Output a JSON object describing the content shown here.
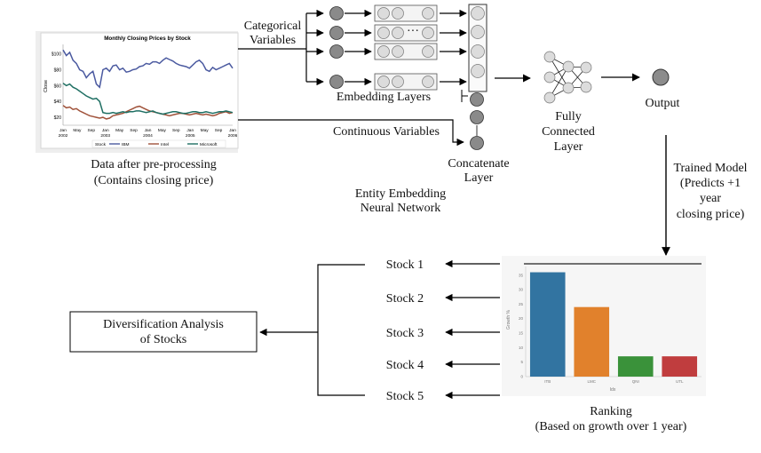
{
  "pipeline": {
    "input_caption_line1": "Data after pre-processing",
    "input_caption_line2": "(Contains closing price)",
    "categorical_line1": "Categorical",
    "categorical_line2": "Variables",
    "continuous_label": "Continuous Variables",
    "embedding_label": "Embedding Layers",
    "embedding_dots": "···",
    "concat_line1": "Concatenate",
    "concat_line2": "Layer",
    "network_line1": "Entity Embedding",
    "network_line2": "Neural Network",
    "fc_line1": "Fully",
    "fc_line2": "Connected",
    "fc_line3": "Layer",
    "output_label": "Output",
    "trained_line1": "Trained Model",
    "trained_line2": "(Predicts +1",
    "trained_line3": "year",
    "trained_line4": "closing price)",
    "stocks": [
      "Stock 1",
      "Stock 2",
      "Stock 3",
      "Stock 4",
      "Stock 5"
    ],
    "diversification_line1": "Diversification Analysis",
    "diversification_line2": "of Stocks",
    "ranking_line1": "Ranking",
    "ranking_line2": "(Based on growth over 1 year)"
  },
  "colors": {
    "ibm": "#4b5aa0",
    "intel": "#a0523a",
    "microsoft": "#1f6f63",
    "node_dark": "#8a8a8a",
    "node_light": "#dcdcdc",
    "bar_blue": "#3274a1",
    "bar_orange": "#e1812c",
    "bar_green": "#3a923a",
    "bar_red": "#c03d3e"
  },
  "chart_data": [
    {
      "type": "line",
      "title": "Monthly Closing Prices by Stock",
      "ylabel": "Close",
      "x_ticks": [
        {
          "month": "Jan",
          "year": "2002"
        },
        {
          "month": "May",
          "year": ""
        },
        {
          "month": "Sep",
          "year": ""
        },
        {
          "month": "Jan",
          "year": "2003"
        },
        {
          "month": "May",
          "year": ""
        },
        {
          "month": "Sep",
          "year": ""
        },
        {
          "month": "Jan",
          "year": "2004"
        },
        {
          "month": "May",
          "year": ""
        },
        {
          "month": "Sep",
          "year": ""
        },
        {
          "month": "Jan",
          "year": "2005"
        },
        {
          "month": "May",
          "year": ""
        },
        {
          "month": "Sep",
          "year": ""
        },
        {
          "month": "Jan",
          "year": "2006"
        }
      ],
      "y_ticks": [
        "$20",
        "$40",
        "$60",
        "$80",
        "$100"
      ],
      "y_tick_values": [
        20,
        40,
        60,
        80,
        100
      ],
      "ylim": [
        10,
        112
      ],
      "legend_title": "Stock",
      "legend_position": "bottom",
      "series": [
        {
          "name": "IBM",
          "color_key": "ibm",
          "values": [
            105,
            98,
            102,
            92,
            88,
            80,
            78,
            70,
            75,
            78,
            62,
            58,
            80,
            82,
            78,
            85,
            86,
            80,
            82,
            77,
            78,
            80,
            81,
            84,
            85,
            88,
            87,
            90,
            90,
            88,
            92,
            95,
            93,
            91,
            88,
            86,
            85,
            84,
            82,
            86,
            90,
            92,
            88,
            80,
            78,
            83,
            80,
            82,
            84,
            86,
            88,
            82
          ]
        },
        {
          "name": "Intel",
          "color_key": "intel",
          "values": [
            35,
            32,
            33,
            30,
            31,
            28,
            26,
            24,
            22,
            21,
            20,
            19,
            20,
            18,
            19,
            22,
            23,
            24,
            25,
            27,
            29,
            31,
            33,
            34,
            32,
            30,
            28,
            27,
            26,
            25,
            24,
            23,
            22,
            23,
            24,
            25,
            25,
            24,
            23,
            24,
            25,
            24,
            23,
            24,
            23,
            22,
            23,
            25,
            26,
            27,
            25,
            26
          ]
        },
        {
          "name": "Microsoft",
          "color_key": "microsoft",
          "values": [
            63,
            60,
            62,
            58,
            56,
            53,
            50,
            47,
            45,
            43,
            44,
            40,
            26,
            25,
            25,
            26,
            25,
            26,
            27,
            26,
            27,
            27,
            28,
            28,
            27,
            26,
            27,
            28,
            26,
            25,
            24,
            25,
            26,
            27,
            27,
            26,
            25,
            25,
            26,
            27,
            27,
            26,
            26,
            27,
            26,
            25,
            26,
            27,
            27,
            28,
            27,
            26
          ]
        }
      ]
    },
    {
      "type": "bar",
      "categories": [
        "ITB",
        "LMC",
        "QNI",
        "UTL"
      ],
      "values": [
        36,
        24,
        7,
        7
      ],
      "ylabel": "Growth %",
      "xlabel": "Idx",
      "ylim": [
        0,
        38
      ],
      "y_ticks": [
        "0",
        "5",
        "10",
        "15",
        "20",
        "25",
        "30",
        "35"
      ],
      "y_tick_values": [
        0,
        5,
        10,
        15,
        20,
        25,
        30,
        35
      ],
      "bar_color_keys": [
        "bar_blue",
        "bar_orange",
        "bar_green",
        "bar_red"
      ]
    }
  ]
}
